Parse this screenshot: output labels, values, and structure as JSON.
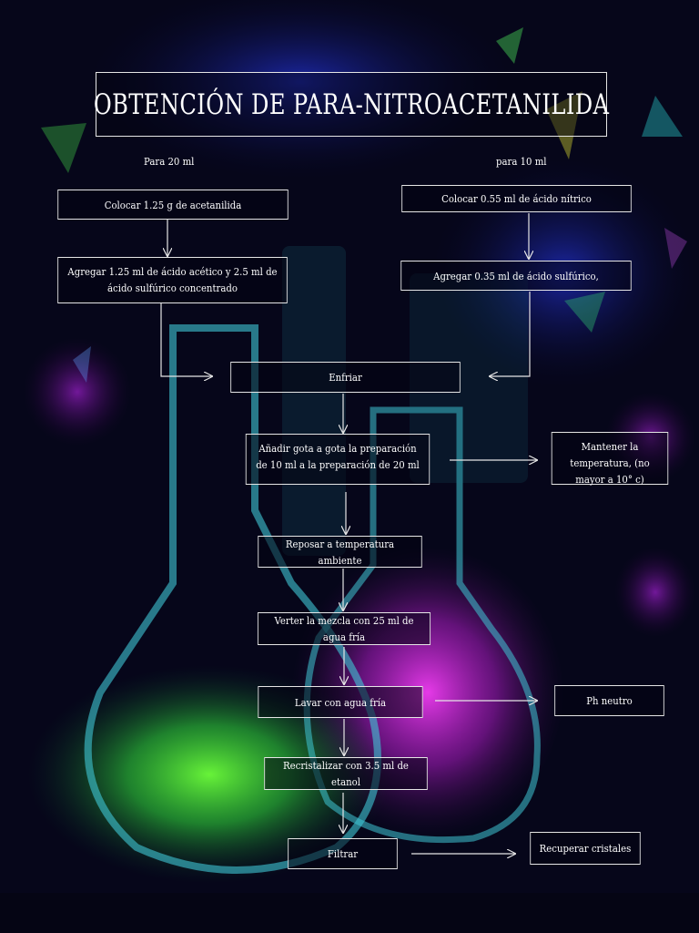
{
  "title": "OBTENCIÓN DE PARA-NITROACETANILIDA",
  "labels": {
    "left": "Para 20 ml",
    "right": "para 10 ml"
  },
  "steps": {
    "s1": "Colocar 1.25 g de acetanilida",
    "s2": "Agregar 1.25 ml de ácido acético y 2.5 ml de ácido sulfúrico concentrado",
    "s3": "Colocar 0.55 ml de ácido nítrico",
    "s4": "Agregar 0.35 ml de ácido sulfúrico,",
    "s5": "Enfriar",
    "s6": "Añadir gota a gota la preparación de 10 ml a la preparación de 20 ml",
    "s7": "Mantener la temperatura, (no mayor a 10° c)",
    "s8": "Reposar a temperatura ambiente",
    "s9": "Verter la mezcla  con 25 ml de agua  fría",
    "s10": "Lavar con agua fría",
    "s11": "Ph neutro",
    "s12": "Recristalizar con 3.5 ml de etanol",
    "s13": "Filtrar",
    "s14": "Recuperar cristales"
  },
  "colors": {
    "background": "#06061a",
    "glass_cyan": "#3fc7d6",
    "liquid_green": "#4cff4c",
    "liquid_magenta": "#d81ed8",
    "box_border": "#e6e6e6"
  }
}
